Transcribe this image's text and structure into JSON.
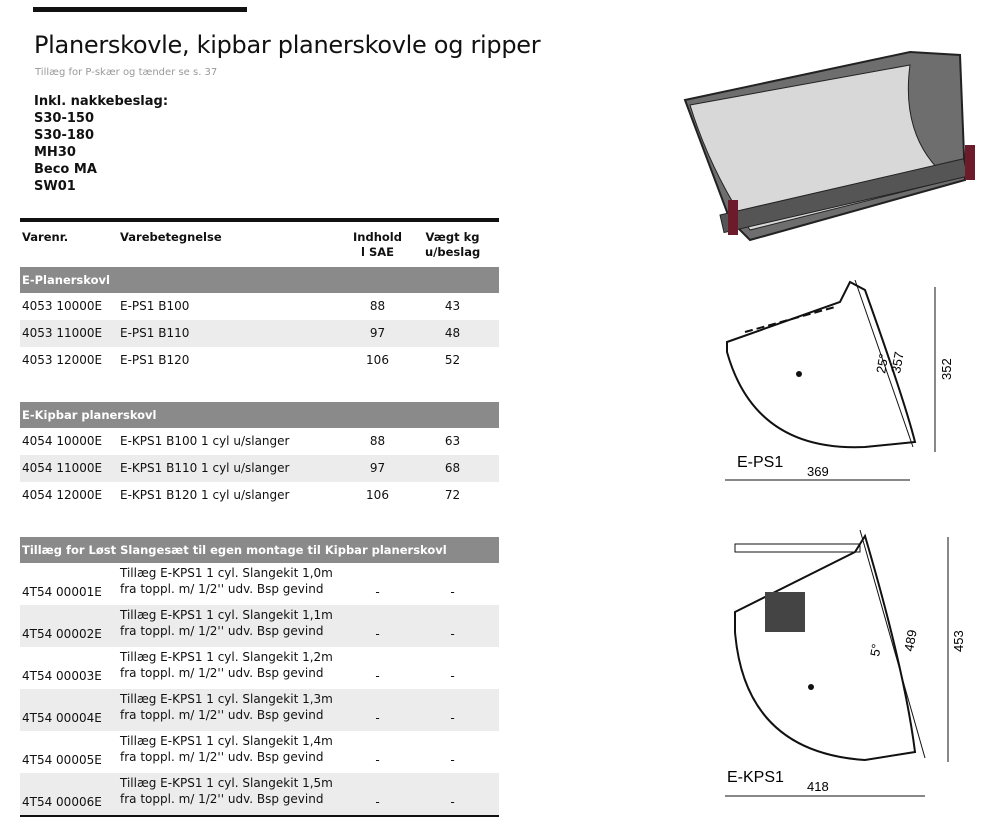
{
  "header": {
    "title": "Planerskovle, kipbar planerskovle og ripper",
    "subtitle": "Tillæg for P-skær og tænder se s. 37"
  },
  "included": {
    "label": "Inkl. nakkebeslag:",
    "items": [
      "S30-150",
      "S30-180",
      "MH30",
      "Beco MA",
      "SW01"
    ]
  },
  "table": {
    "columns": [
      "Varenr.",
      "Varebetegnelse",
      "Indhold",
      "l SAE",
      "Vægt kg",
      "u/beslag"
    ],
    "sections": [
      {
        "title": "E-Planerskovl",
        "rows": [
          {
            "nr": "4053 10000E",
            "desc": "E-PS1 B100",
            "indhold": "88",
            "vaegt": "43"
          },
          {
            "nr": "4053 11000E",
            "desc": "E-PS1 B110",
            "indhold": "97",
            "vaegt": "48"
          },
          {
            "nr": "4053 12000E",
            "desc": "E-PS1 B120",
            "indhold": "106",
            "vaegt": "52"
          }
        ]
      },
      {
        "title": "E-Kipbar planerskovl",
        "rows": [
          {
            "nr": "4054 10000E",
            "desc": "E-KPS1 B100 1 cyl u/slanger",
            "indhold": "88",
            "vaegt": "63"
          },
          {
            "nr": "4054 11000E",
            "desc": "E-KPS1 B110 1 cyl u/slanger",
            "indhold": "97",
            "vaegt": "68"
          },
          {
            "nr": "4054 12000E",
            "desc": "E-KPS1 B120 1 cyl u/slanger",
            "indhold": "106",
            "vaegt": "72"
          }
        ]
      },
      {
        "title": "Tillæg for Løst Slangesæt til egen montage til Kipbar planerskovl",
        "rows": [
          {
            "nr": "4T54 00001E",
            "desc1": "Tillæg E-KPS1 1 cyl. Slangekit 1,0m",
            "desc2": "fra toppl. m/ 1/2'' udv. Bsp gevind",
            "indhold": "-",
            "vaegt": "-"
          },
          {
            "nr": "4T54 00002E",
            "desc1": "Tillæg E-KPS1 1 cyl. Slangekit 1,1m",
            "desc2": "fra toppl. m/ 1/2'' udv. Bsp gevind",
            "indhold": "-",
            "vaegt": "-"
          },
          {
            "nr": "4T54 00003E",
            "desc1": "Tillæg E-KPS1 1 cyl. Slangekit 1,2m",
            "desc2": "fra toppl. m/ 1/2'' udv. Bsp gevind",
            "indhold": "-",
            "vaegt": "-"
          },
          {
            "nr": "4T54 00004E",
            "desc1": "Tillæg E-KPS1 1 cyl. Slangekit 1,3m",
            "desc2": "fra toppl. m/ 1/2'' udv. Bsp gevind",
            "indhold": "-",
            "vaegt": "-"
          },
          {
            "nr": "4T54 00005E",
            "desc1": "Tillæg E-KPS1 1 cyl. Slangekit 1,4m",
            "desc2": "fra toppl. m/ 1/2'' udv. Bsp gevind",
            "indhold": "-",
            "vaegt": "-"
          },
          {
            "nr": "4T54 00006E",
            "desc1": "Tillæg E-KPS1 1 cyl. Slangekit 1,5m",
            "desc2": "fra toppl. m/ 1/2'' udv. Bsp gevind",
            "indhold": "-",
            "vaegt": "-"
          }
        ]
      }
    ]
  },
  "drawings": {
    "ps1": {
      "label": "E-PS1",
      "width": "369",
      "diag": "357",
      "height": "352",
      "angle": "25°"
    },
    "kps1": {
      "label": "E-KPS1",
      "width": "418",
      "diag": "489",
      "height": "453",
      "angle": "5°"
    }
  }
}
